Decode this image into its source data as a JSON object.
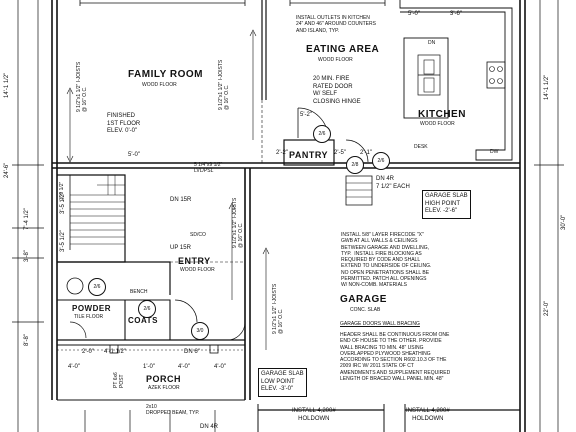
{
  "rooms": {
    "family_room": {
      "name": "FAMILY ROOM",
      "floor": "WOOD FLOOR"
    },
    "eating_area": {
      "name": "EATING AREA",
      "floor": "WOOD FLOOR"
    },
    "kitchen": {
      "name": "KITCHEN",
      "floor": "WOOD FLOOR"
    },
    "pantry": {
      "name": "PANTRY"
    },
    "entry": {
      "name": "ENTRY",
      "floor": "WOOD FLOOR"
    },
    "powder": {
      "name": "POWDER",
      "floor": "TILE FLOOR"
    },
    "coats": {
      "name": "COATS"
    },
    "garage": {
      "name": "GARAGE",
      "floor": "CONC. SLAB"
    },
    "porch": {
      "name": "PORCH",
      "floor": "AZEK FLOOR"
    }
  },
  "notes": {
    "finished_floor": "FINISHED\n1ST FLOOR\nELEV. 0'-0\"",
    "outlets": "INSTALL OUTLETS IN KITCHEN\n24\" AND 46\" AROUND COUNTERS\nAND ISLAND, TYP.",
    "fire_door": "20 MIN. FIRE\nRATED DOOR\nW/ SELF\nCLOSING HINGE",
    "slab_high": "GARAGE SLAB\nHIGH POINT\nELEV. -2'-6\"",
    "slab_low": "GARAGE SLAB\nLOW POINT\nELEV. -3'-0\"",
    "firecode": "INSTALL 5/8\" LAYER FIRECODE \"X\"\nGWB AT ALL WALLS & CEILINGS\nBETWEEN GARAGE AND DWELLING,\nTYP.  INSTALL FIRE BLOCKING AS\nREQUIRED BY CODE AND SHALL\nEXTEND TO UNDERSIDE OF CEILING.\nNO OPEN PENETRATIONS SHALL BE\nPERMITTED. PATCH ALL OPENINGS\nW/ NON-COMB. MATERIALS",
    "bracing_title": "GARAGE DOORS WALL BRACING",
    "bracing": "HEADER SHALL BE CONTINUOUS FROM ONE\nEND OF HOUSE TO THE OTHER. PROVIDE\nWALL BRACING TO MIN. 48\" USING\nOVERLAPPED PLYWOOD SHEATHING\nACCORDING TO SECTION R602.10.3 OF THE\n2009 IRC W/ 2011 STATE OF CT\nAMENDMENTS AND SUPPLEMENT REQUIRED\nLENGTH OF BRACED WALL PANEL MIN. 48\"",
    "holdown_left": "INSTALL 4,200#\nHOLDOWN",
    "holdown_right": "INSTALL 4,200#\nHOLDOWN",
    "dropped_beam": "2x10\nDROPPED BEAM, TYP.",
    "joists_family": "9 1/2\"x1 1/2\" I-JOISTS\n@ 16\" O.C.",
    "joists_eating": "9 1/2\"x1 1/2\" I-JOISTS\n@ 16\" O.C.",
    "joists_entry": "9 1/2\"x1 1/2\" I-JOISTS\n@ 16\" O.C.",
    "joists_garage": "9 1/2\"x1 1/2\" I-JOISTS\n@ 16\" O.C.",
    "pt_post": "PT 6x6\nPOST",
    "dn4r": "DN 4R\n7 1/2\" EACH",
    "dn15r": "DN 15R",
    "up15r": "UP 15R",
    "dn6": "DN 6\"",
    "dn4r_bottom": "DN 4R",
    "lvl": "5 1/4\"x9 1/2\"\nLVL/PSL",
    "desk": "DESK",
    "dn": "DN",
    "sd_co": "SD/CO",
    "bench": "BENCH",
    "dw": "DW"
  },
  "dims": {
    "top_a": "5'-0\"",
    "top_b": "3'-6\"",
    "left_a": "14'-1 1/2\"",
    "left_b": "24'-6\"",
    "left_c": "7'-4 1/2\"",
    "left_d": "3'-8\"",
    "left_e": "8'-8\"",
    "right_a": "14'-1 1/2\"",
    "right_b": "30'-0\"",
    "right_c": "22'-0\"",
    "mid_5_0": "5'-0\"",
    "mid_5_2": "5'-2\"",
    "mid_2_1": "2'-1\"",
    "mid_2_2": "2'-2\"",
    "mid_2_5": "2'-5\"",
    "stair_3_5a": "3'-5 1/2\"",
    "stair_3_5b": "3'-5 1/2\"",
    "stair_3_9": "3'-9 1/2\"",
    "porch_a": "2'-0\"",
    "porch_b": "4'-0\"",
    "porch_c": "4'-1 1/2\"",
    "porch_d": "1'-0\"",
    "porch_e": "4'-0\"",
    "porch_f": "4'-0\""
  },
  "doors": {
    "d1": "2/6",
    "d2": "2/6",
    "d3": "2/6",
    "d4": "2/6",
    "d5": "3/0",
    "d6": "2/8"
  }
}
